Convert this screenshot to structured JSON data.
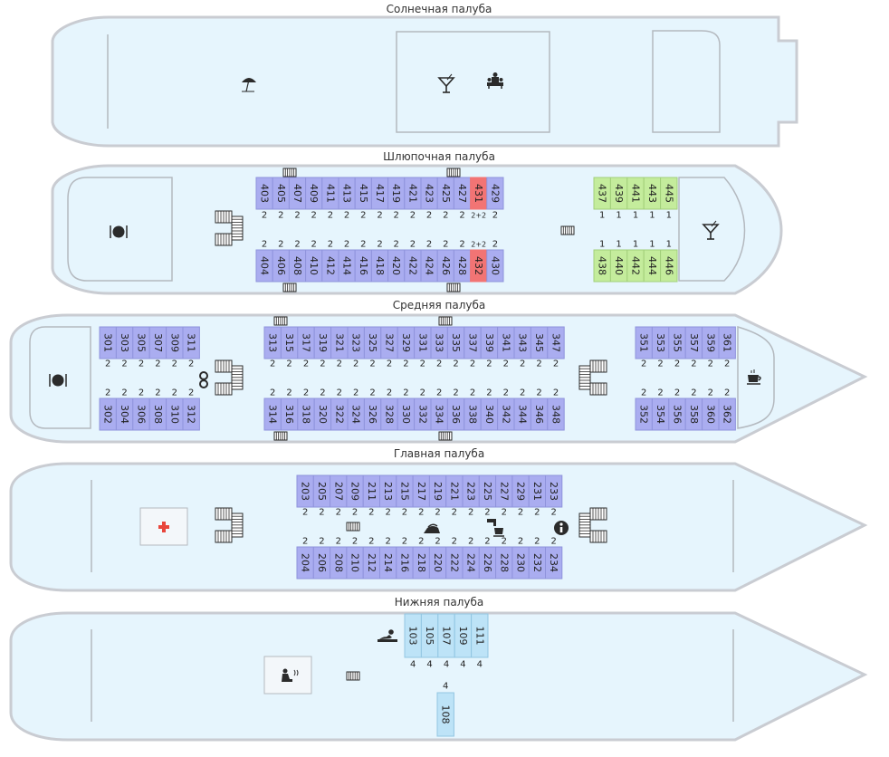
{
  "colors": {
    "hull_fill": "#e6f5fd",
    "hull_stroke": "#c9ccd2",
    "room_stroke": "#b4b9bf",
    "cabin_standard": "#aaadf0",
    "cabin_standard_border": "#8f93dc",
    "cabin_highlight": "#f27474",
    "cabin_green": "#c4ec9c",
    "cabin_green_border": "#a2cf7a",
    "cabin_blue": "#bde3f7",
    "cabin_blue_border": "#92c6e2",
    "icon": "#2b2b2b",
    "medical_cross": "#e8463c"
  },
  "decks": [
    {
      "id": "sun",
      "title": "Солнечная палуба",
      "icons": [
        "umbrella-icon",
        "cocktail-icon",
        "lounge-icon"
      ],
      "cabins": []
    },
    {
      "id": "boat",
      "title": "Шлюпочная палуба",
      "icons": [
        "restaurant-icon",
        "cocktail-icon",
        "stairs-icon",
        "ladder-icon"
      ],
      "cabins": [
        {
          "num": "403",
          "cap": "2",
          "type": "standard"
        },
        {
          "num": "405",
          "cap": "2",
          "type": "standard"
        },
        {
          "num": "407",
          "cap": "2",
          "type": "standard"
        },
        {
          "num": "409",
          "cap": "2",
          "type": "standard"
        },
        {
          "num": "411",
          "cap": "2",
          "type": "standard"
        },
        {
          "num": "413",
          "cap": "2",
          "type": "standard"
        },
        {
          "num": "415",
          "cap": "2",
          "type": "standard"
        },
        {
          "num": "417",
          "cap": "2",
          "type": "standard"
        },
        {
          "num": "419",
          "cap": "2",
          "type": "standard"
        },
        {
          "num": "421",
          "cap": "2",
          "type": "standard"
        },
        {
          "num": "423",
          "cap": "2",
          "type": "standard"
        },
        {
          "num": "425",
          "cap": "2",
          "type": "standard"
        },
        {
          "num": "427",
          "cap": "2",
          "type": "standard"
        },
        {
          "num": "431",
          "cap": "2+2",
          "type": "highlight"
        },
        {
          "num": "429",
          "cap": "2",
          "type": "standard"
        },
        {
          "num": "404",
          "cap": "2",
          "type": "standard"
        },
        {
          "num": "406",
          "cap": "2",
          "type": "standard"
        },
        {
          "num": "408",
          "cap": "2",
          "type": "standard"
        },
        {
          "num": "410",
          "cap": "2",
          "type": "standard"
        },
        {
          "num": "412",
          "cap": "2",
          "type": "standard"
        },
        {
          "num": "414",
          "cap": "2",
          "type": "standard"
        },
        {
          "num": "416",
          "cap": "2",
          "type": "standard"
        },
        {
          "num": "418",
          "cap": "2",
          "type": "standard"
        },
        {
          "num": "420",
          "cap": "2",
          "type": "standard"
        },
        {
          "num": "422",
          "cap": "2",
          "type": "standard"
        },
        {
          "num": "424",
          "cap": "2",
          "type": "standard"
        },
        {
          "num": "426",
          "cap": "2",
          "type": "standard"
        },
        {
          "num": "428",
          "cap": "2",
          "type": "standard"
        },
        {
          "num": "432",
          "cap": "2+2",
          "type": "highlight"
        },
        {
          "num": "430",
          "cap": "2",
          "type": "standard"
        },
        {
          "num": "437",
          "cap": "1",
          "type": "green"
        },
        {
          "num": "439",
          "cap": "1",
          "type": "green"
        },
        {
          "num": "441",
          "cap": "1",
          "type": "green"
        },
        {
          "num": "443",
          "cap": "1",
          "type": "green"
        },
        {
          "num": "445",
          "cap": "1",
          "type": "green"
        },
        {
          "num": "438",
          "cap": "1",
          "type": "green"
        },
        {
          "num": "440",
          "cap": "1",
          "type": "green"
        },
        {
          "num": "442",
          "cap": "1",
          "type": "green"
        },
        {
          "num": "444",
          "cap": "1",
          "type": "green"
        },
        {
          "num": "446",
          "cap": "1",
          "type": "green"
        }
      ]
    },
    {
      "id": "middle",
      "title": "Средняя палуба",
      "icons": [
        "restaurant-icon",
        "cafe-icon",
        "kids-icon",
        "stairs-icon",
        "ladder-icon"
      ],
      "cabins": [
        {
          "num": "301",
          "cap": "2",
          "type": "standard"
        },
        {
          "num": "303",
          "cap": "2",
          "type": "standard"
        },
        {
          "num": "305",
          "cap": "2",
          "type": "standard"
        },
        {
          "num": "307",
          "cap": "2",
          "type": "standard"
        },
        {
          "num": "309",
          "cap": "2",
          "type": "standard"
        },
        {
          "num": "311",
          "cap": "2",
          "type": "standard"
        },
        {
          "num": "302",
          "cap": "2",
          "type": "standard"
        },
        {
          "num": "304",
          "cap": "2",
          "type": "standard"
        },
        {
          "num": "306",
          "cap": "2",
          "type": "standard"
        },
        {
          "num": "308",
          "cap": "2",
          "type": "standard"
        },
        {
          "num": "310",
          "cap": "2",
          "type": "standard"
        },
        {
          "num": "312",
          "cap": "2",
          "type": "standard"
        },
        {
          "num": "313",
          "cap": "2",
          "type": "standard"
        },
        {
          "num": "315",
          "cap": "2",
          "type": "standard"
        },
        {
          "num": "317",
          "cap": "2",
          "type": "standard"
        },
        {
          "num": "319",
          "cap": "2",
          "type": "standard"
        },
        {
          "num": "321",
          "cap": "2",
          "type": "standard"
        },
        {
          "num": "323",
          "cap": "2",
          "type": "standard"
        },
        {
          "num": "325",
          "cap": "2",
          "type": "standard"
        },
        {
          "num": "327",
          "cap": "2",
          "type": "standard"
        },
        {
          "num": "329",
          "cap": "2",
          "type": "standard"
        },
        {
          "num": "331",
          "cap": "2",
          "type": "standard"
        },
        {
          "num": "333",
          "cap": "2",
          "type": "standard"
        },
        {
          "num": "335",
          "cap": "2",
          "type": "standard"
        },
        {
          "num": "337",
          "cap": "2",
          "type": "standard"
        },
        {
          "num": "339",
          "cap": "2",
          "type": "standard"
        },
        {
          "num": "341",
          "cap": "2",
          "type": "standard"
        },
        {
          "num": "343",
          "cap": "2",
          "type": "standard"
        },
        {
          "num": "345",
          "cap": "2",
          "type": "standard"
        },
        {
          "num": "347",
          "cap": "2",
          "type": "standard"
        },
        {
          "num": "314",
          "cap": "2",
          "type": "standard"
        },
        {
          "num": "316",
          "cap": "2",
          "type": "standard"
        },
        {
          "num": "318",
          "cap": "2",
          "type": "standard"
        },
        {
          "num": "320",
          "cap": "2",
          "type": "standard"
        },
        {
          "num": "322",
          "cap": "2",
          "type": "standard"
        },
        {
          "num": "324",
          "cap": "2",
          "type": "standard"
        },
        {
          "num": "326",
          "cap": "2",
          "type": "standard"
        },
        {
          "num": "328",
          "cap": "2",
          "type": "standard"
        },
        {
          "num": "330",
          "cap": "2",
          "type": "standard"
        },
        {
          "num": "332",
          "cap": "2",
          "type": "standard"
        },
        {
          "num": "334",
          "cap": "2",
          "type": "standard"
        },
        {
          "num": "336",
          "cap": "2",
          "type": "standard"
        },
        {
          "num": "338",
          "cap": "2",
          "type": "standard"
        },
        {
          "num": "340",
          "cap": "2",
          "type": "standard"
        },
        {
          "num": "342",
          "cap": "2",
          "type": "standard"
        },
        {
          "num": "344",
          "cap": "2",
          "type": "standard"
        },
        {
          "num": "346",
          "cap": "2",
          "type": "standard"
        },
        {
          "num": "348",
          "cap": "2",
          "type": "standard"
        },
        {
          "num": "351",
          "cap": "2",
          "type": "standard"
        },
        {
          "num": "353",
          "cap": "2",
          "type": "standard"
        },
        {
          "num": "355",
          "cap": "2",
          "type": "standard"
        },
        {
          "num": "357",
          "cap": "2",
          "type": "standard"
        },
        {
          "num": "359",
          "cap": "2",
          "type": "standard"
        },
        {
          "num": "361",
          "cap": "2",
          "type": "standard"
        },
        {
          "num": "352",
          "cap": "2",
          "type": "standard"
        },
        {
          "num": "354",
          "cap": "2",
          "type": "standard"
        },
        {
          "num": "356",
          "cap": "2",
          "type": "standard"
        },
        {
          "num": "358",
          "cap": "2",
          "type": "standard"
        },
        {
          "num": "360",
          "cap": "2",
          "type": "standard"
        },
        {
          "num": "362",
          "cap": "2",
          "type": "standard"
        }
      ]
    },
    {
      "id": "main",
      "title": "Главная палуба",
      "icons": [
        "medical-icon",
        "iron-icon",
        "coffee-machine-icon",
        "info-icon",
        "stairs-icon",
        "ladder-icon"
      ],
      "cabins": [
        {
          "num": "203",
          "cap": "2",
          "type": "standard"
        },
        {
          "num": "205",
          "cap": "2",
          "type": "standard"
        },
        {
          "num": "207",
          "cap": "2",
          "type": "standard"
        },
        {
          "num": "209",
          "cap": "2",
          "type": "standard"
        },
        {
          "num": "211",
          "cap": "2",
          "type": "standard"
        },
        {
          "num": "213",
          "cap": "2",
          "type": "standard"
        },
        {
          "num": "215",
          "cap": "2",
          "type": "standard"
        },
        {
          "num": "217",
          "cap": "2",
          "type": "standard"
        },
        {
          "num": "219",
          "cap": "2",
          "type": "standard"
        },
        {
          "num": "221",
          "cap": "2",
          "type": "standard"
        },
        {
          "num": "223",
          "cap": "2",
          "type": "standard"
        },
        {
          "num": "225",
          "cap": "2",
          "type": "standard"
        },
        {
          "num": "227",
          "cap": "2",
          "type": "standard"
        },
        {
          "num": "229",
          "cap": "2",
          "type": "standard"
        },
        {
          "num": "231",
          "cap": "2",
          "type": "standard"
        },
        {
          "num": "233",
          "cap": "2",
          "type": "standard"
        },
        {
          "num": "204",
          "cap": "2",
          "type": "standard"
        },
        {
          "num": "206",
          "cap": "2",
          "type": "standard"
        },
        {
          "num": "208",
          "cap": "2",
          "type": "standard"
        },
        {
          "num": "210",
          "cap": "2",
          "type": "standard"
        },
        {
          "num": "212",
          "cap": "2",
          "type": "standard"
        },
        {
          "num": "214",
          "cap": "2",
          "type": "standard"
        },
        {
          "num": "216",
          "cap": "2",
          "type": "standard"
        },
        {
          "num": "218",
          "cap": "2",
          "type": "standard"
        },
        {
          "num": "220",
          "cap": "2",
          "type": "standard"
        },
        {
          "num": "222",
          "cap": "2",
          "type": "standard"
        },
        {
          "num": "224",
          "cap": "2",
          "type": "standard"
        },
        {
          "num": "226",
          "cap": "2",
          "type": "standard"
        },
        {
          "num": "228",
          "cap": "2",
          "type": "standard"
        },
        {
          "num": "230",
          "cap": "2",
          "type": "standard"
        },
        {
          "num": "232",
          "cap": "2",
          "type": "standard"
        },
        {
          "num": "234",
          "cap": "2",
          "type": "standard"
        }
      ]
    },
    {
      "id": "lower",
      "title": "Нижняя палуба",
      "icons": [
        "massage-icon",
        "sauna-icon",
        "ladder-icon"
      ],
      "cabins": [
        {
          "num": "103",
          "cap": "4",
          "type": "blue"
        },
        {
          "num": "105",
          "cap": "4",
          "type": "blue"
        },
        {
          "num": "107",
          "cap": "4",
          "type": "blue"
        },
        {
          "num": "109",
          "cap": "4",
          "type": "blue"
        },
        {
          "num": "111",
          "cap": "4",
          "type": "blue"
        },
        {
          "num": "108",
          "cap": "4",
          "type": "blue"
        }
      ]
    }
  ]
}
